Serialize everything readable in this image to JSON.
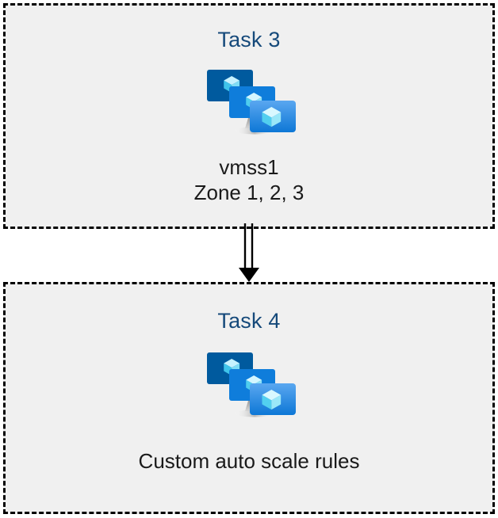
{
  "diagram": {
    "type": "flow",
    "background_color": "#ffffff",
    "box_fill_color": "#f0f0f0",
    "box_border_color": "#000000",
    "box_border_style": "dashed",
    "title_color": "#15497a",
    "label_color": "#1a1a1a",
    "connector": {
      "name": "double-line-arrow",
      "from": "task-box-3",
      "to": "task-box-4",
      "direction": "down",
      "color": "#000000"
    }
  },
  "nodes": [
    {
      "id": "task-box-3",
      "title": "Task 3",
      "icon": "vmss-icon",
      "icon_label": "virtual machine scale set",
      "labels": [
        "vmss1",
        "Zone 1, 2, 3"
      ]
    },
    {
      "id": "task-box-4",
      "title": "Task 4",
      "icon": "vmss-icon",
      "icon_label": "virtual machine scale set",
      "labels": [
        "Custom auto scale rules"
      ]
    }
  ],
  "icon_colors": {
    "monitor_back": "#005a9e",
    "monitor_mid": "#0078d4",
    "monitor_front_top": "#4da2ef",
    "monitor_front_bottom": "#0f7ddb",
    "cube_light": "#c3f1ff",
    "cube_mid": "#6fd9f5",
    "cube_dark": "#32bde8",
    "stand": "#b3b3b3"
  }
}
